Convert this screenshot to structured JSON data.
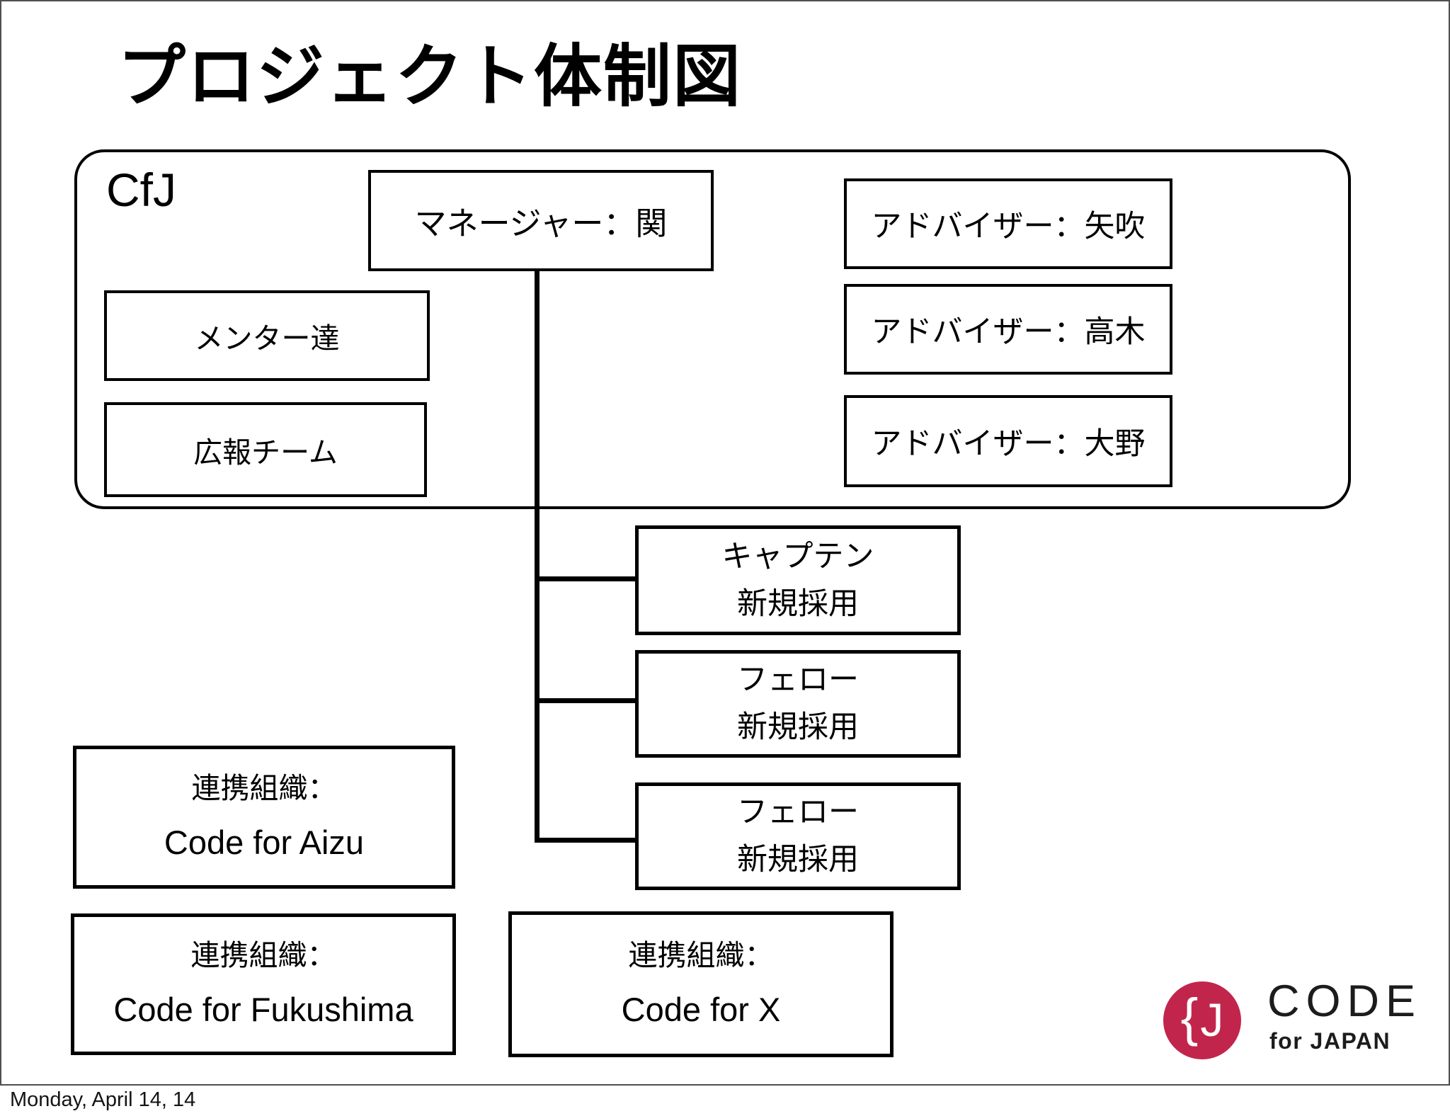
{
  "slide": {
    "title": "プロジェクト体制図",
    "date_footer": "Monday, April 14, 14"
  },
  "cfj_group": {
    "label": "CfJ",
    "manager": "マネージャー：関",
    "mentors": "メンター達",
    "pr_team": "広報チーム",
    "advisors": [
      "アドバイザー：矢吹",
      "アドバイザー：高木",
      "アドバイザー：大野"
    ]
  },
  "recruits": [
    {
      "line1": "キャプテン",
      "line2": "新規採用"
    },
    {
      "line1": "フェロー",
      "line2": "新規採用"
    },
    {
      "line1": "フェロー",
      "line2": "新規採用"
    }
  ],
  "partners": [
    {
      "line1": "連携組織：",
      "line2": "Code for Aizu"
    },
    {
      "line1": "連携組織：",
      "line2": "Code for Fukushima"
    },
    {
      "line1": "連携組織：",
      "line2": "Code for X"
    }
  ],
  "logo": {
    "mark_open": "{",
    "mark_j": "J",
    "line1": "CODE",
    "line2": "for JAPAN",
    "brand_color": "#c2254c"
  }
}
